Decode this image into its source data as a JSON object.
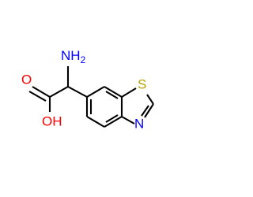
{
  "molecule": {
    "atoms": {
      "amine": "NH",
      "amine_subscript": "2",
      "carbonyl_oxygen": "O",
      "hydroxyl": "OH",
      "sulfur": "S",
      "nitrogen": "N"
    },
    "colors": {
      "bond": "#000000",
      "nitrogen": "#0000ff",
      "oxygen": "#ff0000",
      "sulfur": "#b8a000"
    }
  }
}
